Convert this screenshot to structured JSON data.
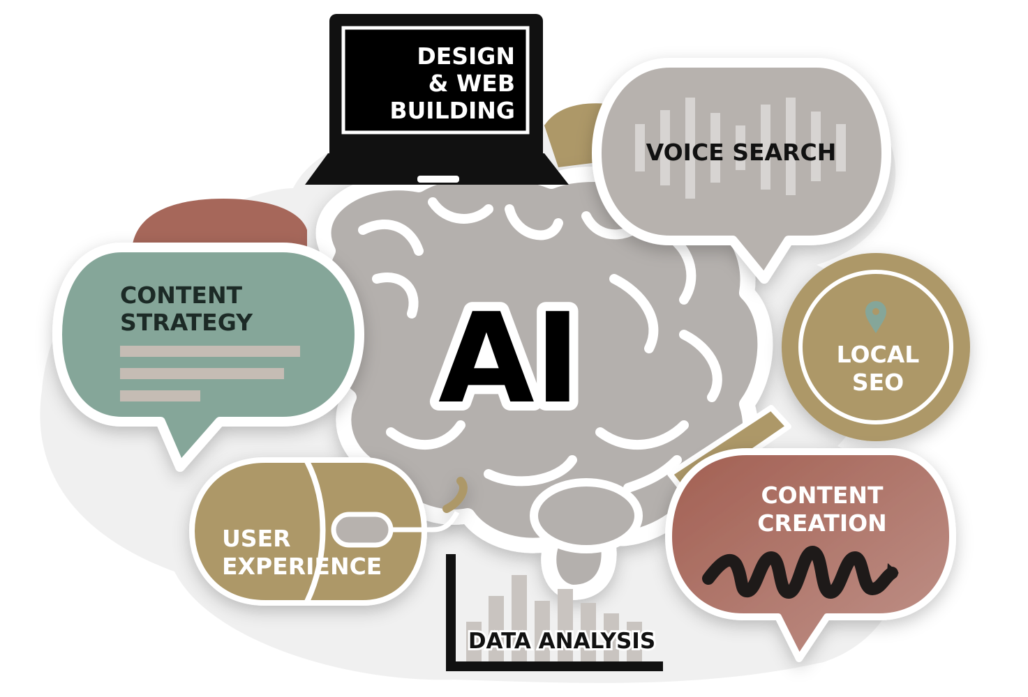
{
  "center": {
    "label": "AI"
  },
  "design": {
    "line1": "DESIGN",
    "line2": "& WEB",
    "line3": "BUILDING"
  },
  "voice": {
    "label": "VOICE SEARCH"
  },
  "content_strategy": {
    "line1": "CONTENT",
    "line2": "STRATEGY"
  },
  "local_seo": {
    "line1": "LOCAL",
    "line2": "SEO"
  },
  "user_experience": {
    "line1": "USER",
    "line2": "EXPERIENCE"
  },
  "content_creation": {
    "line1": "CONTENT",
    "line2": "CREATION"
  },
  "data_analysis": {
    "label": "DATA ANALYSIS"
  },
  "icons": [
    "laptop-icon",
    "soundwave-icon",
    "text-lines-icon",
    "location-pin-icon",
    "magnifier-icon",
    "mouse-icon",
    "bar-chart-icon",
    "squiggle-icon",
    "brain-icon"
  ],
  "colors": {
    "brain": "#b4b0ad",
    "green": "#85a699",
    "gold": "#ad9868",
    "rust": "#a6675a",
    "gray_bubble": "#b7b2ae",
    "dark": "#111111"
  }
}
